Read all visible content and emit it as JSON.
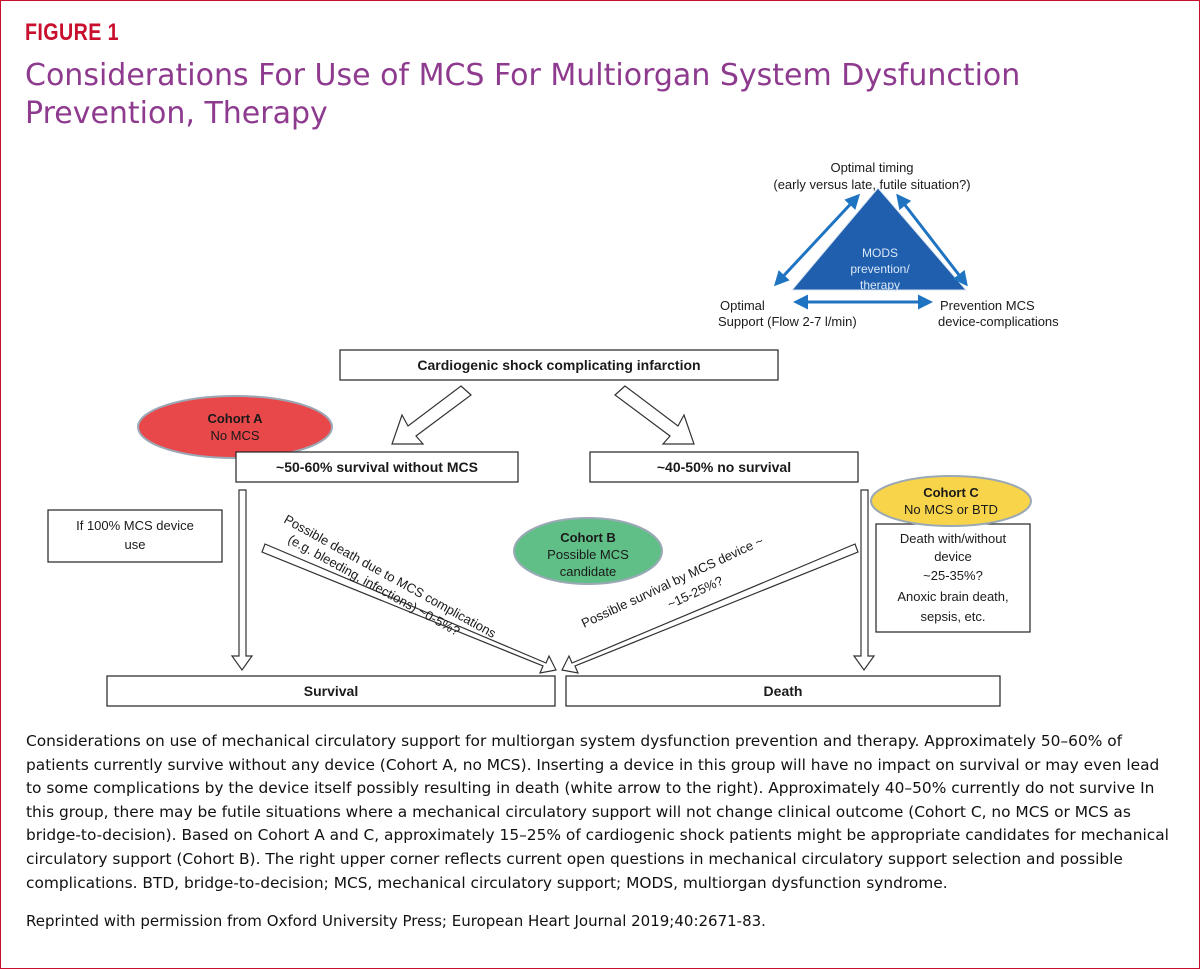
{
  "figure_label": "FIGURE 1",
  "title": "Considerations For Use of MCS For Multiorgan System Dysfunction Prevention, Therapy",
  "triangle": {
    "top_label_line1": "Optimal timing",
    "top_label_line2": "(early versus late, futile situation?)",
    "center_line1": "MODS",
    "center_line2": "prevention/",
    "center_line3": "therapy",
    "left_label_line1": "Optimal",
    "left_label_line2": "Support (Flow 2-7 l/min)",
    "right_label_line1": "Prevention MCS",
    "right_label_line2": "device-complications",
    "fill_color": "#1f5fae",
    "arrow_color": "#1f74c2"
  },
  "boxes": {
    "shock": "Cardiogenic shock complicating infarction",
    "survival_without": "~50-60% survival without MCS",
    "no_survival": "~40-50% no survival",
    "device_use_line1": "If 100% MCS device",
    "device_use_line2": "use",
    "death_line1": "Death with/without",
    "death_line2": "device",
    "death_line3": "~25-35%?",
    "death_line4": "Anoxic brain death,",
    "death_line5": "sepsis, etc.",
    "survival": "Survival",
    "death": "Death"
  },
  "cohorts": {
    "a_title": "Cohort A",
    "a_sub": "No MCS",
    "a_color": "#e8484a",
    "b_title": "Cohort B",
    "b_sub1": "Possible MCS",
    "b_sub2": "candidate",
    "b_color": "#5fbf86",
    "c_title": "Cohort C",
    "c_sub": "No MCS or BTD",
    "c_color": "#f7d44a"
  },
  "diagonal_labels": {
    "left_line1": "Possible death due to MCS complications",
    "left_line2": "(e.g. bleeding, infections) ~0-5%?",
    "right_line1": "Possible survival by MCS device ~",
    "right_line2": "~15-25%?"
  },
  "caption": "Considerations on use of mechanical circulatory support for multiorgan system dysfunction prevention and therapy. Approximately 50–60% of patients currently survive without any device (Cohort A, no MCS). Inserting a device in this group will have no impact on survival or may even lead to some complications by the device itself possibly resulting in death (white arrow to the right). Approximately 40–50% currently do not survive In this group, there may be futile situations where a mechanical circulatory support will not change clinical outcome (Cohort C, no MCS or MCS as bridge-to-decision). Based on Cohort A and C, approximately 15–25% of cardiogenic shock patients might be appropriate candidates for mechanical circulatory support (Cohort B). The right upper corner reflects current open questions in mechanical circulatory support selection and possible complications. BTD, bridge-to-decision; MCS, mechanical circulatory support; MODS, multiorgan dysfunction syndrome.",
  "credit": "Reprinted with permission from Oxford University Press; European Heart Journal 2019;40:2671-83."
}
